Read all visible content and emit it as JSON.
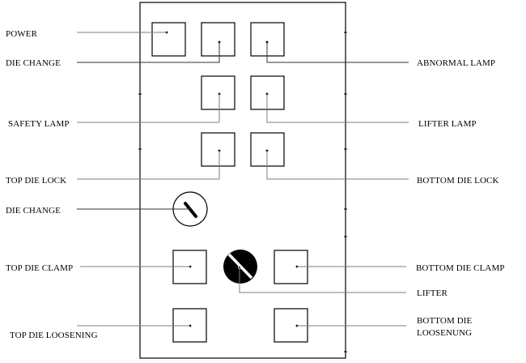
{
  "title": "Die change control panel layout",
  "labels": {
    "power": "POWER",
    "die_change_lamp": "DIE CHANGE",
    "abnormal_lamp": "ABNORMAL LAMP",
    "safety_lamp": "SAFETY LAMP",
    "lifter_lamp": "LIFTER LAMP",
    "top_die_lock": "TOP DIE LOCK",
    "bottom_die_lock": "BOTTOM DIE LOCK",
    "die_change_switch": "DIE CHANGE",
    "top_die_clamp": "TOP DIE CLAMP",
    "bottom_die_clamp": "BOTTOM DIE CLAMP",
    "lifter": "LIFTER",
    "top_die_loosening": "TOP DIE LOOSENING",
    "bottom_die_loosening_line1": "BOTTOM DIE",
    "bottom_die_loosening_line2": "LOOSENUNG"
  },
  "components": [
    {
      "id": "power",
      "type": "square-lamp"
    },
    {
      "id": "die_change_lamp",
      "type": "square-lamp"
    },
    {
      "id": "abnormal_lamp",
      "type": "square-lamp"
    },
    {
      "id": "safety_lamp",
      "type": "square-lamp"
    },
    {
      "id": "lifter_lamp",
      "type": "square-lamp"
    },
    {
      "id": "top_die_lock",
      "type": "square-lamp"
    },
    {
      "id": "bottom_die_lock",
      "type": "square-lamp"
    },
    {
      "id": "die_change_switch",
      "type": "selector-switch"
    },
    {
      "id": "top_die_clamp",
      "type": "push-button"
    },
    {
      "id": "lifter",
      "type": "selector-switch-black"
    },
    {
      "id": "bottom_die_clamp",
      "type": "push-button"
    },
    {
      "id": "top_die_loosening",
      "type": "push-button"
    },
    {
      "id": "bottom_die_loosening",
      "type": "push-button"
    }
  ]
}
